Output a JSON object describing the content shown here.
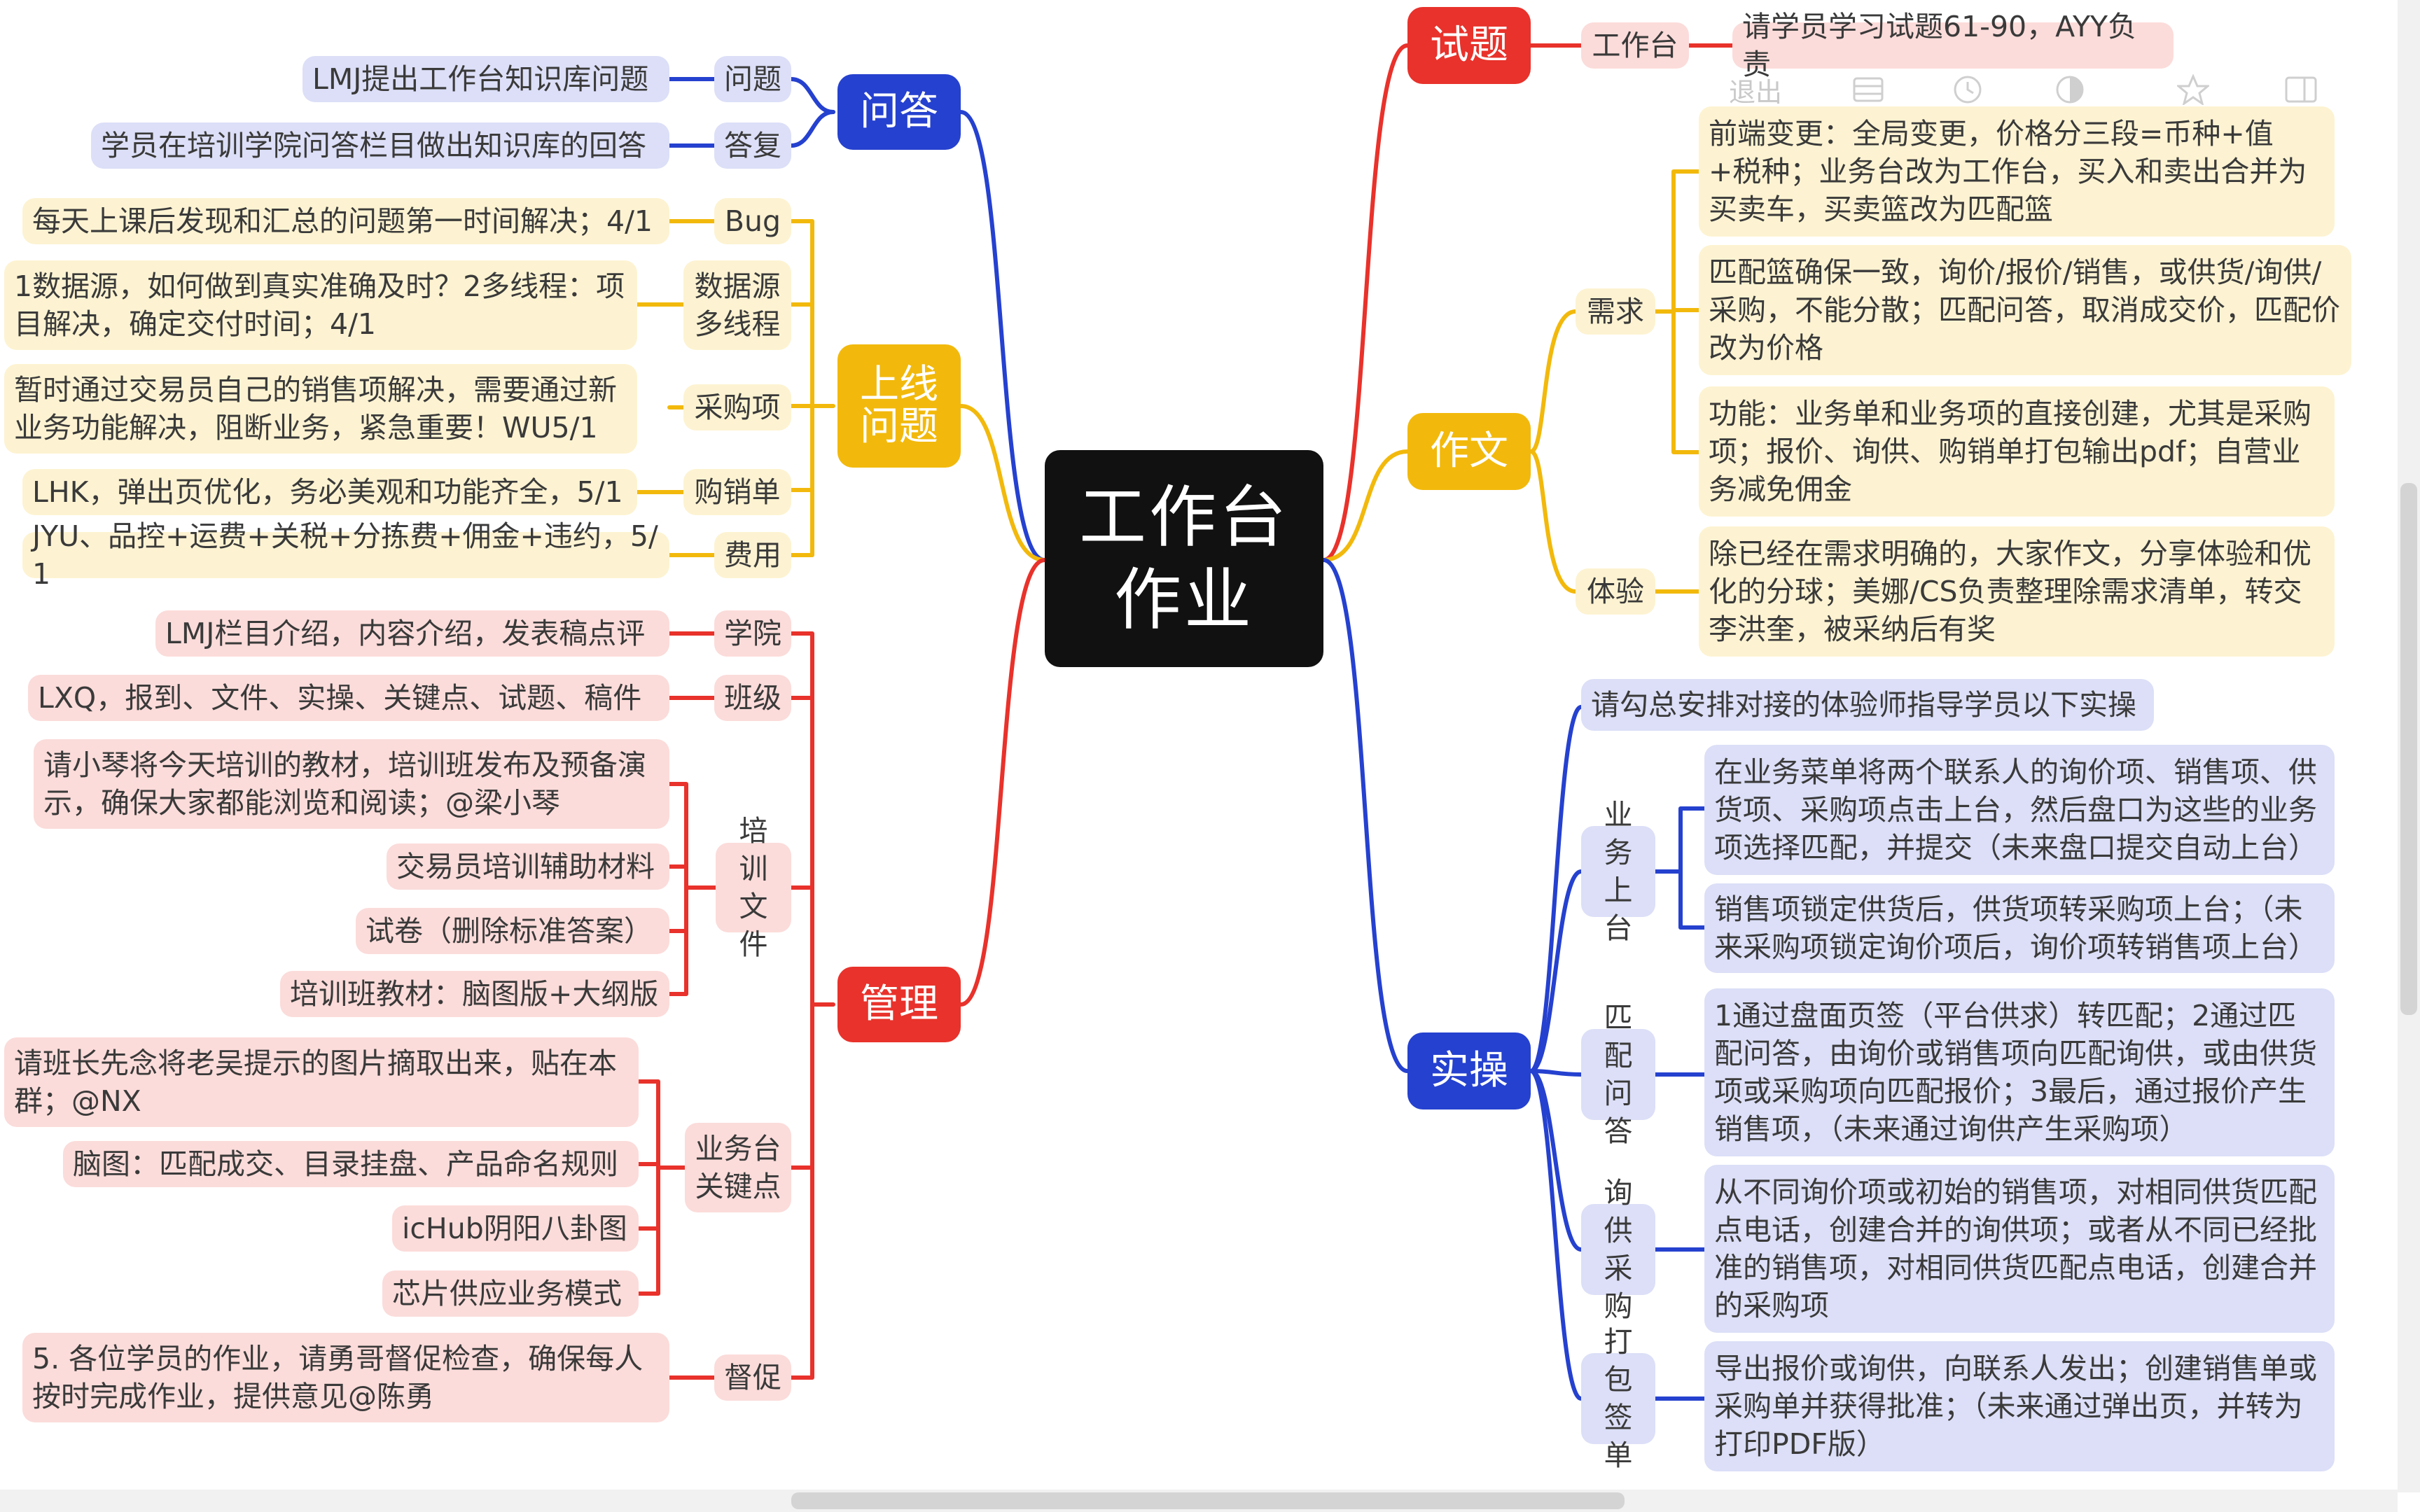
{
  "root": "工作台\n作业",
  "toolbar": {
    "exit_label": "退出",
    "grid_icon": "grid-icon",
    "clock_icon": "clock-icon",
    "contrast_icon": "contrast-icon",
    "star_icon": "star-icon",
    "panel_icon": "panel-icon"
  },
  "colors": {
    "blue_line": "#2541cf",
    "yellow_line": "#f2b90c",
    "red_line": "#e8322b",
    "blue_fill": "#dcdff7",
    "yellow_fill": "#fdf3d2",
    "red_fill": "#fbdcda"
  },
  "right": {
    "shiti": {
      "label": "试题",
      "workbench": "工作台",
      "task": "请学员学习试题61-90，AYY负责"
    },
    "zuowen": {
      "label": "作文",
      "xuqiu": {
        "label": "需求",
        "items": [
          "前端变更：全局变更，价格分三段=币种+值+税种；业务台改为工作台，买入和卖出合并为买卖车，买卖篮改为匹配篮",
          "匹配篮确保一致，询价/报价/销售，或供货/询供/采购，不能分散；匹配问答，取消成交价，匹配价改为价格",
          "功能：业务单和业务项的直接创建，尤其是采购项；报价、询供、购销单打包输出pdf；自营业务减免佣金"
        ]
      },
      "tiyan": {
        "label": "体验",
        "item": "除已经在需求明确的，大家作文，分享体验和优化的分球；美娜/CS负责整理除需求清单，转交李洪奎，被采纳后有奖"
      }
    },
    "shicao": {
      "label": "实操",
      "intro": "请勾总安排对接的体验师指导学员以下实操",
      "yewu": {
        "label": "业务\n上台",
        "items": [
          "在业务菜单将两个联系人的询价项、销售项、供货项、采购项点击上台，然后盘口为这些的业务项选择匹配，并提交（未来盘口提交自动上台）",
          "销售项锁定供货后，供货项转采购项上台；（未来采购项锁定询价项后，询价项转销售项上台）"
        ]
      },
      "pipei": {
        "label": "匹配\n问答",
        "item": "1通过盘面页签（平台供求）转匹配；2通过匹配问答，由询价或销售项向匹配询供，或由供货项或采购项向匹配报价；3最后，通过报价产生销售项，（未来通过询供产生采购项）"
      },
      "xungong": {
        "label": "询供\n采购",
        "item": "从不同询价项或初始的销售项，对相同供货匹配点电话，创建合并的询供项；或者从不同已经批准的销售项，对相同供货匹配点电话，创建合并的采购项"
      },
      "dabao": {
        "label": "打包\n签单",
        "item": "导出报价或询供，向联系人发出；创建销售单或采购单并获得批准；（未来通过弹出页，并转为打印PDF版）"
      }
    }
  },
  "left": {
    "wenda": {
      "label": "问答",
      "rows": [
        {
          "sub": "问题",
          "leaf": "LMJ提出工作台知识库问题"
        },
        {
          "sub": "答复",
          "leaf": "学员在培训学院问答栏目做出知识库的回答"
        }
      ]
    },
    "shangxian": {
      "label": "上线\n问题",
      "rows": [
        {
          "sub": "Bug",
          "leaf": "每天上课后发现和汇总的问题第一时间解决；4/1"
        },
        {
          "sub": "数据源\n多线程",
          "leaf": "1数据源，如何做到真实准确及时？2多线程：项目解决，确定交付时间；4/1"
        },
        {
          "sub": "采购项",
          "leaf": "暂时通过交易员自己的销售项解决，需要通过新业务功能解决，阻断业务，紧急重要！WU5/1"
        },
        {
          "sub": "购销单",
          "leaf": "LHK，弹出页优化，务必美观和功能齐全，5/1"
        },
        {
          "sub": "费用",
          "leaf": "JYU、品控+运费+关税+分拣费+佣金+违约，5/1"
        }
      ]
    },
    "guanli": {
      "label": "管理",
      "xueyuan": {
        "sub": "学院",
        "leaf": "LMJ栏目介绍，内容介绍，发表稿点评"
      },
      "banji": {
        "sub": "班级",
        "leaf": "LXQ，报到、文件、实操、关键点、试题、稿件"
      },
      "peixun": {
        "sub": "培训\n文件",
        "leaves": [
          "请小琴将今天培训的教材，培训班发布及预备演示，确保大家都能浏览和阅读；@梁小琴",
          "交易员培训辅助材料",
          "试卷（删除标准答案）",
          "培训班教材：脑图版+大纲版"
        ]
      },
      "guanjian": {
        "sub": "业务台\n关键点",
        "leaves": [
          "请班长先念将老吴提示的图片摘取出来，贴在本群；@NX",
          "脑图：匹配成交、目录挂盘、产品命名规则",
          "icHub阴阳八卦图",
          "芯片供应业务模式"
        ]
      },
      "ducu": {
        "sub": "督促",
        "leaf": "5. 各位学员的作业，请勇哥督促检查，确保每人按时完成作业，提供意见@陈勇"
      }
    }
  }
}
